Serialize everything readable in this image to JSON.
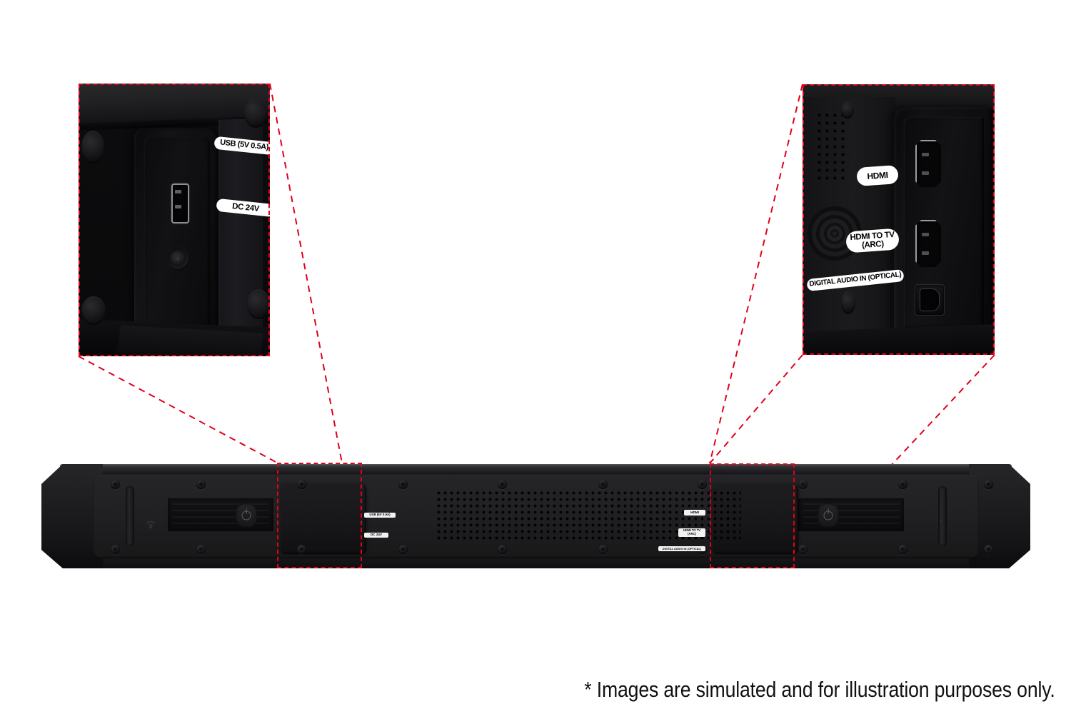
{
  "product": {
    "name": "soundbar",
    "view": "rear-bottom view with two zoomed connection detail callouts"
  },
  "caption": {
    "text": "* Images are simulated and for illustration purposes only."
  },
  "colors": {
    "callout_red": "#e2001a",
    "background": "#ffffff",
    "body_black": "#1b1b1e",
    "label_white": "#ffffff",
    "label_text": "#000000"
  },
  "detail_left": {
    "title": "left connection panel",
    "ports": [
      {
        "id": "usb",
        "label": "USB (5V 0.5A)",
        "type": "usb-a-port"
      },
      {
        "id": "dc",
        "label": "DC 24V",
        "type": "dc-power-jack"
      }
    ]
  },
  "detail_right": {
    "title": "right connection panel",
    "ports": [
      {
        "id": "hdmi",
        "label": "HDMI",
        "type": "hdmi-port"
      },
      {
        "id": "hdmi_arc",
        "label": "HDMI TO TV\n(ARC)",
        "line1": "HDMI TO TV",
        "line2": "(ARC)",
        "type": "hdmi-arc-port"
      },
      {
        "id": "optical",
        "label": "DIGITAL AUDIO IN (OPTICAL)",
        "type": "optical-toslink-port"
      }
    ]
  },
  "soundbar": {
    "left_panel_labels": [
      {
        "text": "USB (5V 0.5A)"
      },
      {
        "text": "DC 24V"
      }
    ],
    "right_panel_labels": [
      {
        "text": "HDMI"
      },
      {
        "text": "HDMI TO TV"
      },
      {
        "text": "(ARC)"
      },
      {
        "text": "DIGITAL AUDIO IN (OPTICAL)"
      }
    ]
  }
}
